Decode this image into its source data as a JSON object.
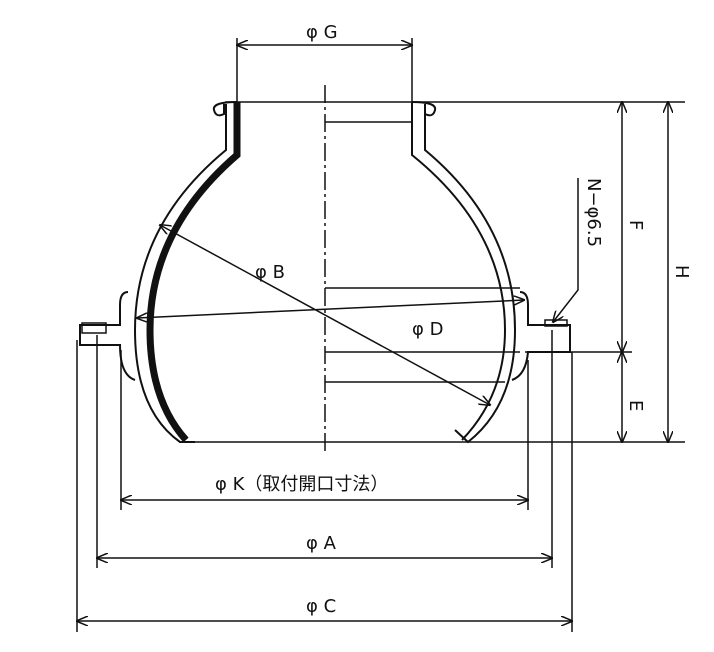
{
  "labels": {
    "G": "φ G",
    "B": "φ B",
    "D": "φ D",
    "K": "φ K（取付開口寸法）",
    "A": "φ A",
    "C": "φ C",
    "F": "F",
    "E": "E",
    "H": "H",
    "hole": "N−φ6.5"
  }
}
